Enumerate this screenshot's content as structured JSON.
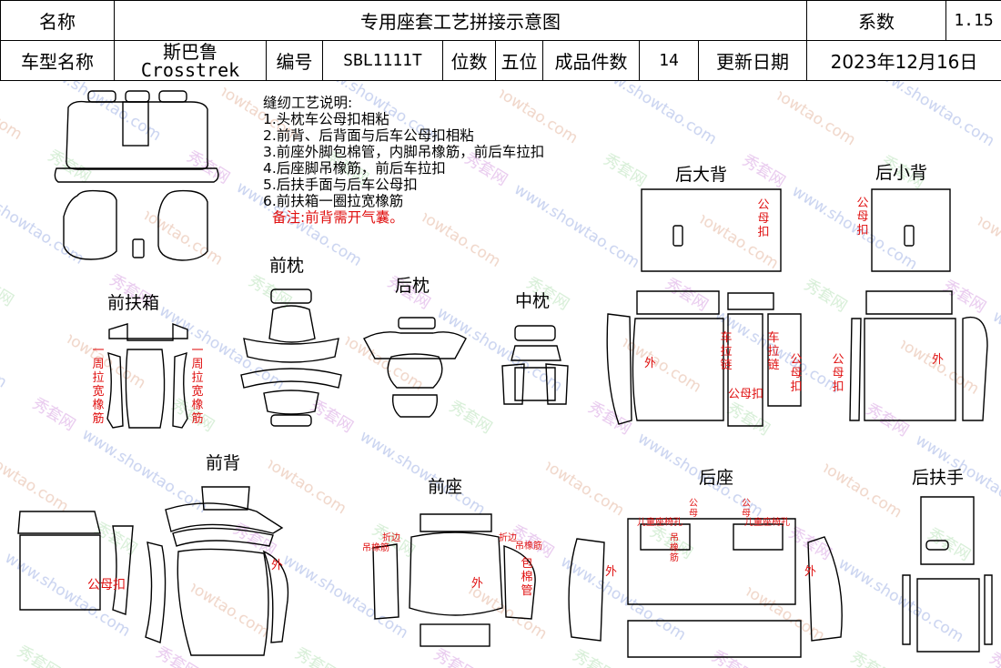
{
  "header": {
    "name_label": "名称",
    "title": "专用座套工艺拼接示意图",
    "coef_label": "系数",
    "coef_value": "1.15",
    "model_label": "车型名称",
    "model_brand": "斯巴鲁",
    "model_name": "Crosstrek",
    "code_label": "编号",
    "code_value": "SBL1111T",
    "seats_label": "位数",
    "seats_value": "五位",
    "pieces_label": "成品件数",
    "pieces_value": "14",
    "date_label": "更新日期",
    "date_value": "2023年12月16日"
  },
  "notes": {
    "heading": "缝纫工艺说明:",
    "items": [
      "1.头枕车公母扣相粘",
      "2.前背、后背面与后车公母扣相粘",
      "3.前座外脚包棉管，内脚吊橡筋，前后车拉扣",
      "4.后座脚吊橡筋，前后车拉扣",
      "5.后扶手面与后车公母扣",
      "6.前扶箱一圈拉宽橡筋"
    ],
    "remark": "备注:前背需开气囊。"
  },
  "parts": {
    "front_armrest": "前扶箱",
    "front_headrest": "前枕",
    "rear_headrest": "后枕",
    "middle_headrest": "中枕",
    "rear_big_back": "后大背",
    "rear_small_back": "后小背",
    "front_back": "前背",
    "front_seat": "前座",
    "rear_seat": "后座",
    "rear_armrest": "后扶手"
  },
  "annotations": {
    "armrest_left": "一周拉宽橡筋",
    "armrest_right": "一周拉宽橡筋",
    "big_back_top": "公母扣",
    "big_back_outer": "外",
    "big_back_zip1": "车拉链",
    "big_back_zip2": "车拉链",
    "big_back_snap_side": "公母扣",
    "big_back_snap_bottom": "公母扣",
    "small_back_top": "公母扣",
    "small_back_outer": "外",
    "small_back_snap": "公母扣",
    "front_back_snap": "公母扣",
    "front_back_outer": "外",
    "front_seat_fold_l": "折边",
    "front_seat_elastic_l": "吊橡筋",
    "front_seat_fold_r": "折边",
    "front_seat_elastic_r": "吊橡筋",
    "front_seat_outer": "外",
    "front_seat_cotton": "包棉管",
    "rear_seat_child_l": "儿童座椅孔",
    "rear_seat_child_r": "儿童座椅孔",
    "rear_seat_snap_l": "公母",
    "rear_seat_snap_r": "公母",
    "rear_seat_elastic": "吊橡筋",
    "rear_seat_outer_l": "外",
    "rear_seat_outer_r": "外"
  },
  "watermark": "秀套网 www.showtao.com",
  "colors": {
    "line": "#000000",
    "annotation": "#e01010"
  }
}
